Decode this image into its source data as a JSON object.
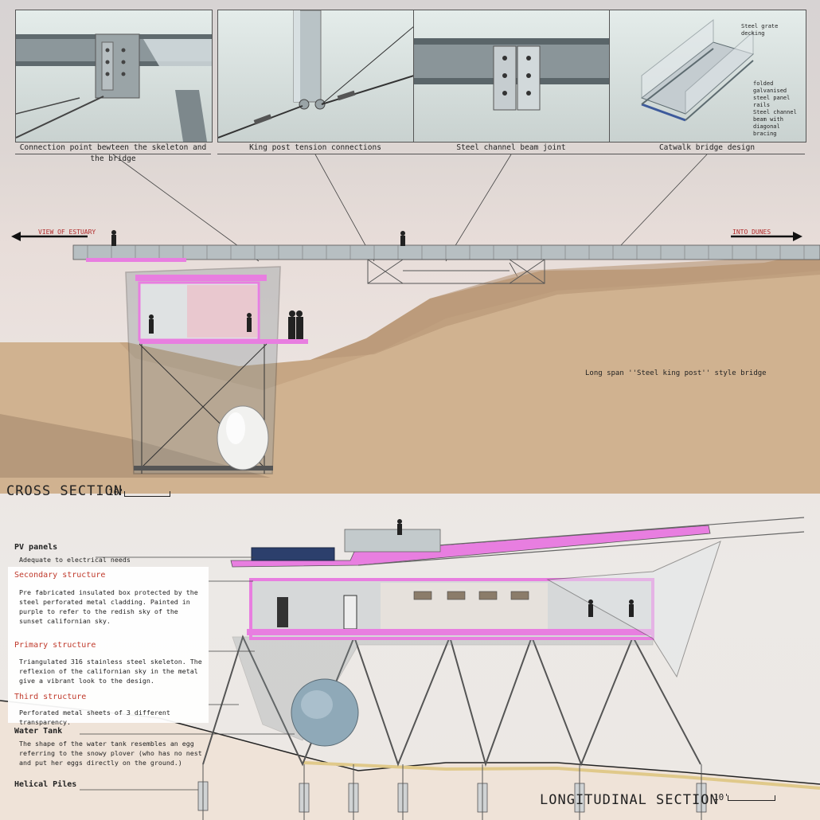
{
  "details": [
    {
      "caption": "Connection point bewteen the skeleton and the bridge"
    },
    {
      "caption": "King post tension connections"
    },
    {
      "caption": "Steel channel beam joint"
    },
    {
      "caption": "Catwalk bridge design"
    }
  ],
  "catwalk_labels": {
    "decking": "Steel grate decking",
    "rails": "folded galvanised steel panel rails",
    "beam": "Steel channel beam with diagonal bracing"
  },
  "arrows": {
    "left": "VIEW OF ESTUARY",
    "right": "INTO DUNES"
  },
  "bridge_note": "Long span ''Steel king post'' style bridge",
  "cross_section": {
    "title": "CROSS SECTION",
    "scale": "10'"
  },
  "longitudinal_section": {
    "title": "LONGITUDINAL SECTION",
    "scale": "10'"
  },
  "legend": {
    "pv_title": "PV panels",
    "pv_text": "Adequate to electrical needs",
    "secondary_title": "Secondary structure",
    "secondary_text": "Pre fabricated insulated box protected by the steel perforated metal cladding. Painted in purple to refer to the redish sky of the sunset californian sky.",
    "primary_title": "Primary structure",
    "primary_text": "Triangulated 316 stainless steel skeleton. The reflexion of the californian sky in the metal give a vibrant look to the design.",
    "third_title": "Third structure",
    "third_text": "Perforated metal sheets of 3 different transparency.",
    "water_title": "Water Tank",
    "water_text": "The shape of the water tank resembles an egg referring to the snowy plover (who has no nest and put her eggs directly on the ground.)",
    "piles_title": "Helical Piles"
  },
  "colors": {
    "accent": "#e87ee0",
    "sand": "#c9a886",
    "steel": "#6b7a80",
    "red_label": "#c0392b"
  }
}
